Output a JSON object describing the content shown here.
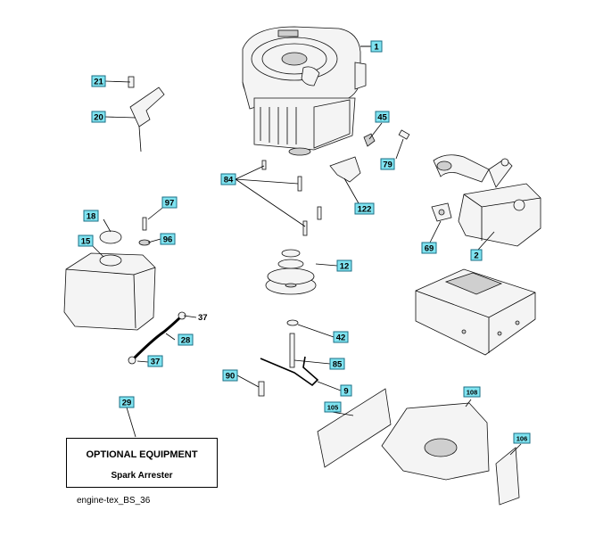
{
  "diagram": {
    "caption": "engine-tex_BS_36",
    "optional_box": {
      "title": "OPTIONAL EQUIPMENT",
      "item": "Spark Arrester"
    },
    "callouts": [
      {
        "id": "c1",
        "label": "1"
      },
      {
        "id": "c21",
        "label": "21"
      },
      {
        "id": "c20",
        "label": "20"
      },
      {
        "id": "c45",
        "label": "45"
      },
      {
        "id": "c79",
        "label": "79"
      },
      {
        "id": "c84",
        "label": "84"
      },
      {
        "id": "c122",
        "label": "122"
      },
      {
        "id": "c97",
        "label": "97"
      },
      {
        "id": "c18",
        "label": "18"
      },
      {
        "id": "c15",
        "label": "15"
      },
      {
        "id": "c96",
        "label": "96"
      },
      {
        "id": "c69",
        "label": "69"
      },
      {
        "id": "c2",
        "label": "2"
      },
      {
        "id": "c12",
        "label": "12"
      },
      {
        "id": "c37a",
        "label": "37"
      },
      {
        "id": "c28",
        "label": "28"
      },
      {
        "id": "c37b",
        "label": "37"
      },
      {
        "id": "c42",
        "label": "42"
      },
      {
        "id": "c85",
        "label": "85"
      },
      {
        "id": "c90",
        "label": "90"
      },
      {
        "id": "c9",
        "label": "9"
      },
      {
        "id": "c29",
        "label": "29"
      },
      {
        "id": "c108",
        "label": "108"
      },
      {
        "id": "c105",
        "label": "105"
      },
      {
        "id": "c106",
        "label": "106"
      }
    ]
  }
}
